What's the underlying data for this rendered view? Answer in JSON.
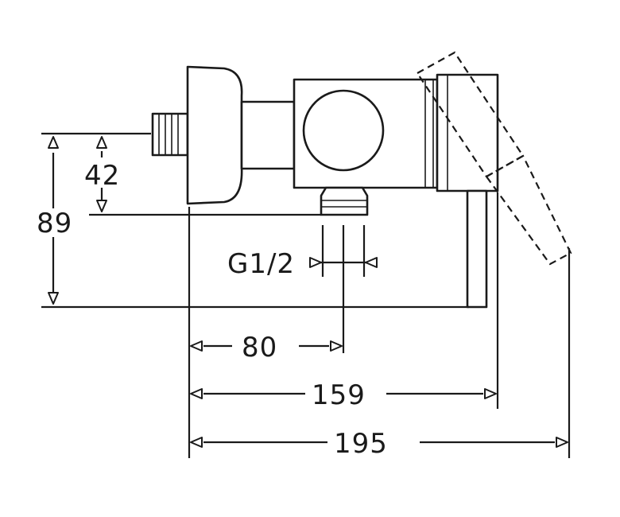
{
  "dimensions": {
    "height_total": "89",
    "height_outlet": "42",
    "thread": "G1/2",
    "width_outlet": "80",
    "width_body": "159",
    "width_total": "195"
  }
}
